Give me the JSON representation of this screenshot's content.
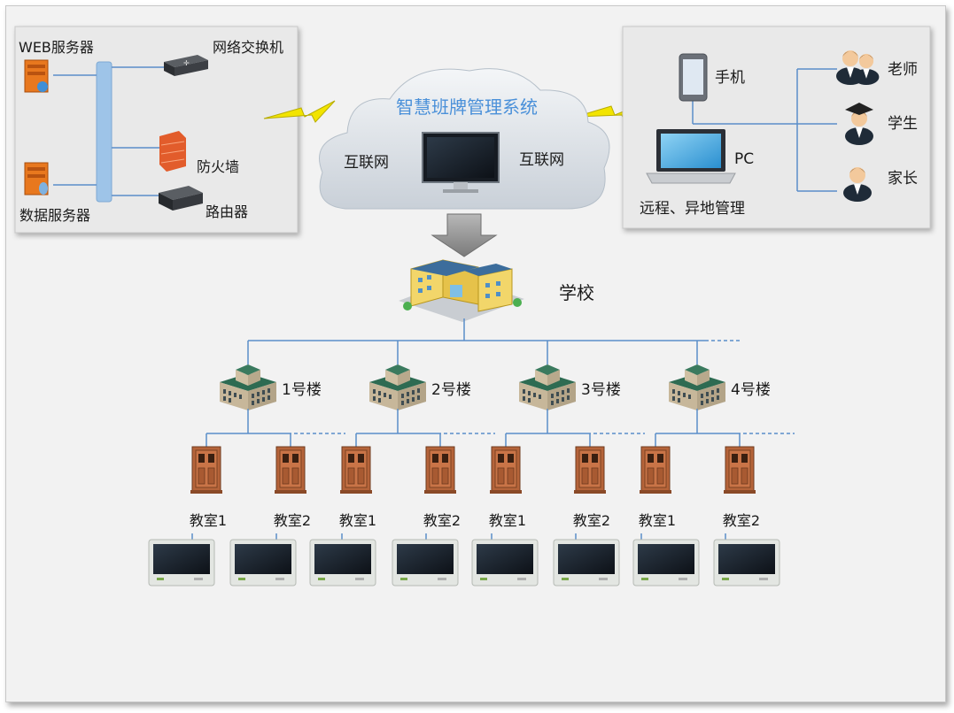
{
  "left_panel": {
    "web_server": "WEB服务器",
    "network_switch": "网络交换机",
    "firewall": "防火墙",
    "router": "路由器",
    "data_server": "数据服务器"
  },
  "cloud": {
    "title": "智慧班牌管理系统",
    "internet_left": "互联网",
    "internet_right": "互联网"
  },
  "right_panel": {
    "phone": "手机",
    "pc": "PC",
    "remote": "远程、异地管理",
    "teacher": "老师",
    "student": "学生",
    "parent": "家长"
  },
  "school": {
    "label": "学校"
  },
  "buildings": [
    {
      "label": "1号楼"
    },
    {
      "label": "2号楼"
    },
    {
      "label": "3号楼"
    },
    {
      "label": "4号楼"
    }
  ],
  "classrooms": [
    {
      "label": "教室1"
    },
    {
      "label": "教室2"
    },
    {
      "label": "教室1"
    },
    {
      "label": "教室2"
    },
    {
      "label": "教室1"
    },
    {
      "label": "教室2"
    },
    {
      "label": "教室1"
    },
    {
      "label": "教室2"
    }
  ],
  "colors": {
    "line": "#5b8ec9",
    "cloud_title": "#4a90d9",
    "door": "#b5643a",
    "bolt": "#f2e400"
  }
}
